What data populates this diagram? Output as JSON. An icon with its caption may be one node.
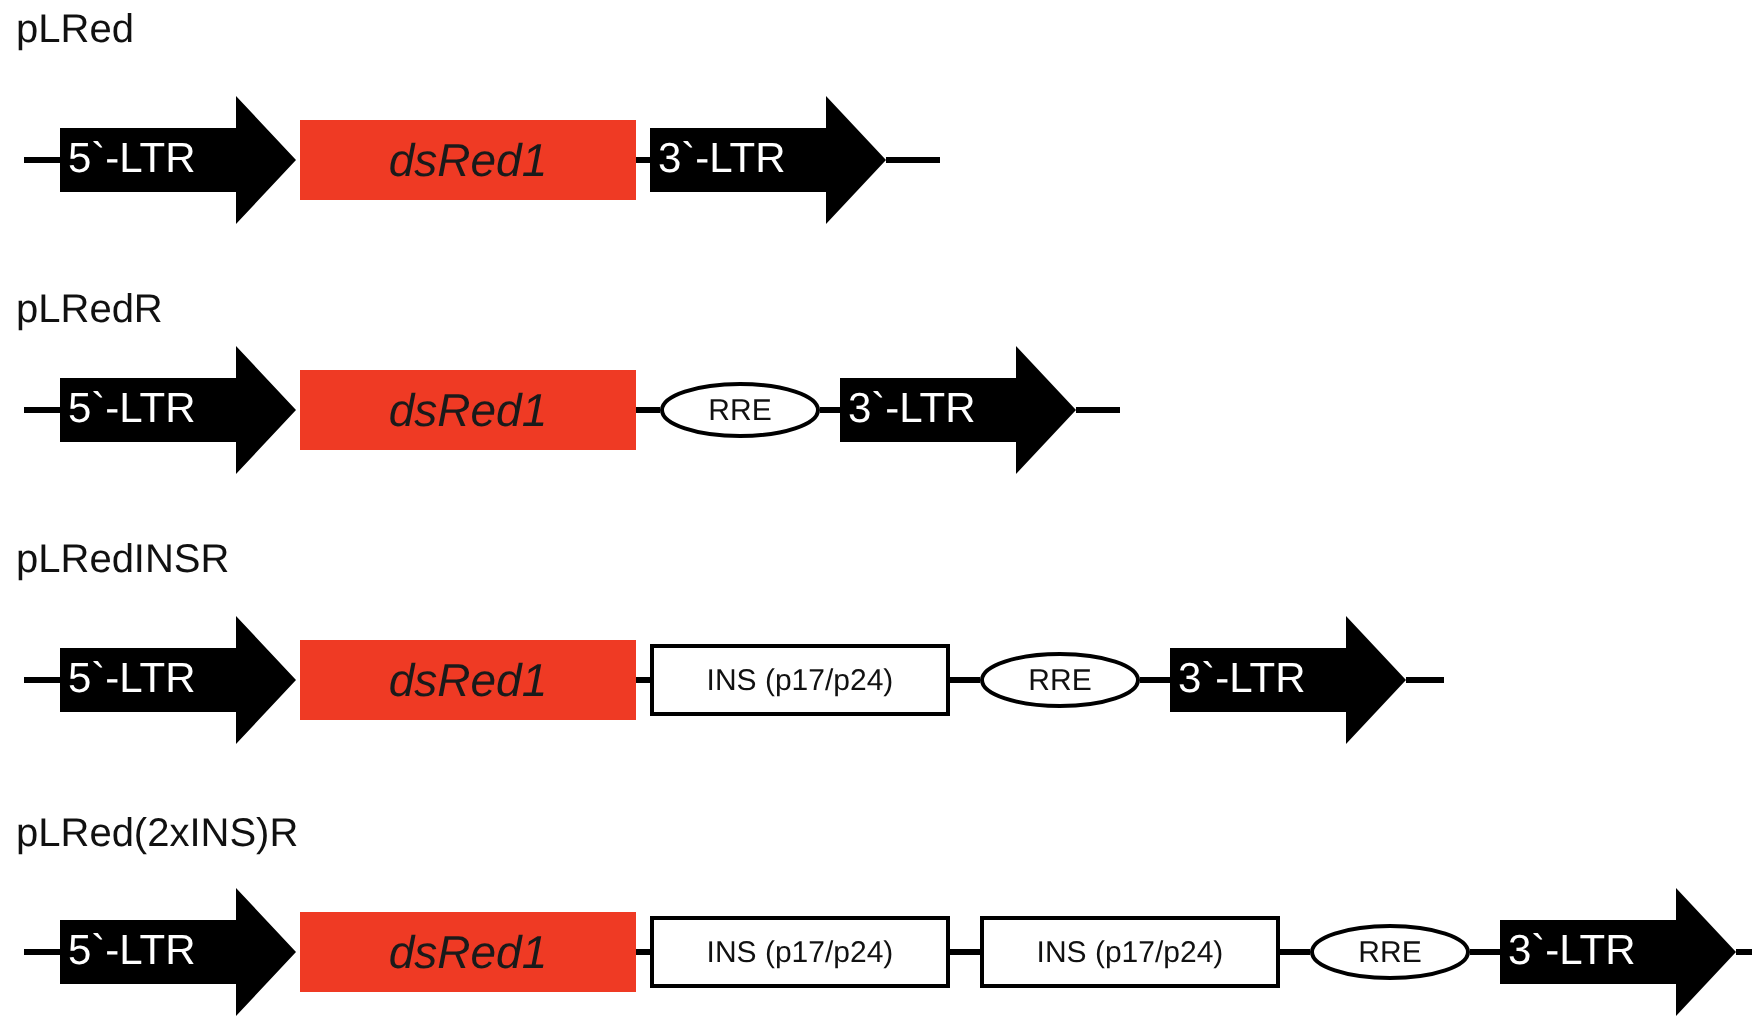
{
  "diagram": {
    "nodes": [
      {
        "text": [
          "5`-LTR"
        ]
      },
      {
        "text": [
          "dsRed1"
        ]
      },
      {
        "text": [
          "3`-LTR"
        ]
      },
      {
        "text": [
          "5`-LTR"
        ]
      },
      {
        "text": [
          "dsRed1"
        ]
      },
      {
        "text": [
          "RRE"
        ]
      },
      {
        "text": [
          "3`-LTR"
        ]
      },
      {
        "text": [
          "5`-LTR"
        ]
      },
      {
        "text": [
          "dsRed1"
        ]
      },
      {
        "text": [
          "INS (p17/p24)"
        ]
      },
      {
        "text": [
          "RRE"
        ]
      },
      {
        "text": [
          "3`-LTR"
        ]
      },
      {
        "text": [
          "5`-LTR"
        ]
      },
      {
        "text": [
          "dsRed1"
        ]
      },
      {
        "text": [
          "INS (p17/p24)"
        ]
      },
      {
        "text": [
          "INS (p17/p24)"
        ]
      },
      {
        "text": [
          "RRE"
        ]
      },
      {
        "text": [
          "3`-LTR"
        ]
      }
    ],
    "edges": [
      {
        "from": null,
        "to": 0,
        "arrow": "none"
      },
      {
        "from": 1,
        "to": 2,
        "arrow": "none"
      },
      {
        "from": 2,
        "to": null,
        "arrow": "none"
      },
      {
        "from": null,
        "to": 3,
        "arrow": "none"
      },
      {
        "from": 4,
        "to": 5,
        "arrow": "none"
      },
      {
        "from": 5,
        "to": 6,
        "arrow": "none"
      },
      {
        "from": 6,
        "to": null,
        "arrow": "none"
      },
      {
        "from": null,
        "to": 7,
        "arrow": "none"
      },
      {
        "from": 8,
        "to": 9,
        "arrow": "none"
      },
      {
        "from": 9,
        "to": 10,
        "arrow": "none"
      },
      {
        "from": 10,
        "to": 11,
        "arrow": "none"
      },
      {
        "from": 11,
        "to": null,
        "arrow": "none"
      },
      {
        "from": null,
        "to": 12,
        "arrow": "none"
      },
      {
        "from": 13,
        "to": 14,
        "arrow": "none"
      },
      {
        "from": 14,
        "to": 15,
        "arrow": "none"
      },
      {
        "from": 15,
        "to": 16,
        "arrow": "none"
      },
      {
        "from": 16,
        "to": 17,
        "arrow": "none"
      },
      {
        "from": 17,
        "to": null,
        "arrow": "none"
      }
    ],
    "labels": [
      "pLRed",
      "pLRedR",
      "pLRedINSR",
      "pLRed(2xINS)R"
    ]
  }
}
